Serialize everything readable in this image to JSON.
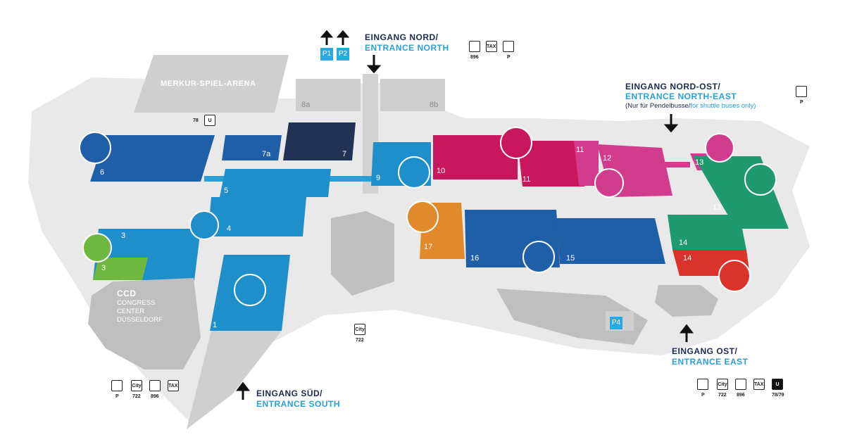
{
  "arena": "MERKUR-SPIEL-ARENA",
  "entrances": {
    "north": {
      "de": "EINGANG NORD/",
      "en": "ENTRANCE NORTH"
    },
    "north_east": {
      "de": "EINGANG NORD-OST/",
      "en": "ENTRANCE NORTH-EAST",
      "note_de": "(Nur für Pendelbusse/",
      "note_en": "for shuttle buses only)"
    },
    "east": {
      "de": "EINGANG OST/",
      "en": "ENTRANCE EAST"
    },
    "south": {
      "de": "EINGANG SÜD/",
      "en": "ENTRANCE SOUTH"
    }
  },
  "ccd": {
    "short": "CCD",
    "line1": "CONGRESS",
    "line2": "CENTER",
    "line3": "DÜSSELDORF"
  },
  "parking": [
    "P1",
    "P2",
    "P4"
  ],
  "halls": [
    "1",
    "3",
    "3",
    "4",
    "5",
    "6",
    "7",
    "7a",
    "8a",
    "8b",
    "9",
    "10",
    "11",
    "11",
    "12",
    "13",
    "13",
    "14",
    "14",
    "15",
    "16",
    "17"
  ],
  "transport": {
    "north_bus": "896",
    "north_park": "P",
    "center_bus": "722",
    "east_ubahn": "78/79",
    "east_bus1": "722",
    "east_bus2": "896",
    "east_park": "P",
    "south_bus1": "722",
    "south_bus2": "896",
    "south_park": "P",
    "hall6_ubahn": "78",
    "ne_park": "P",
    "city": "City",
    "taxi": "TAXI"
  },
  "colors": {
    "blue": "#1f8fcc",
    "dark_blue": "#1e5a9e",
    "navy": "#223156",
    "magenta": "#c8175d",
    "pink": "#d23c8d",
    "green": "#1e9a6e",
    "lime": "#6fb83f",
    "orange": "#e08a2c",
    "red": "#d9332c",
    "grey": "#d8d8d8"
  }
}
